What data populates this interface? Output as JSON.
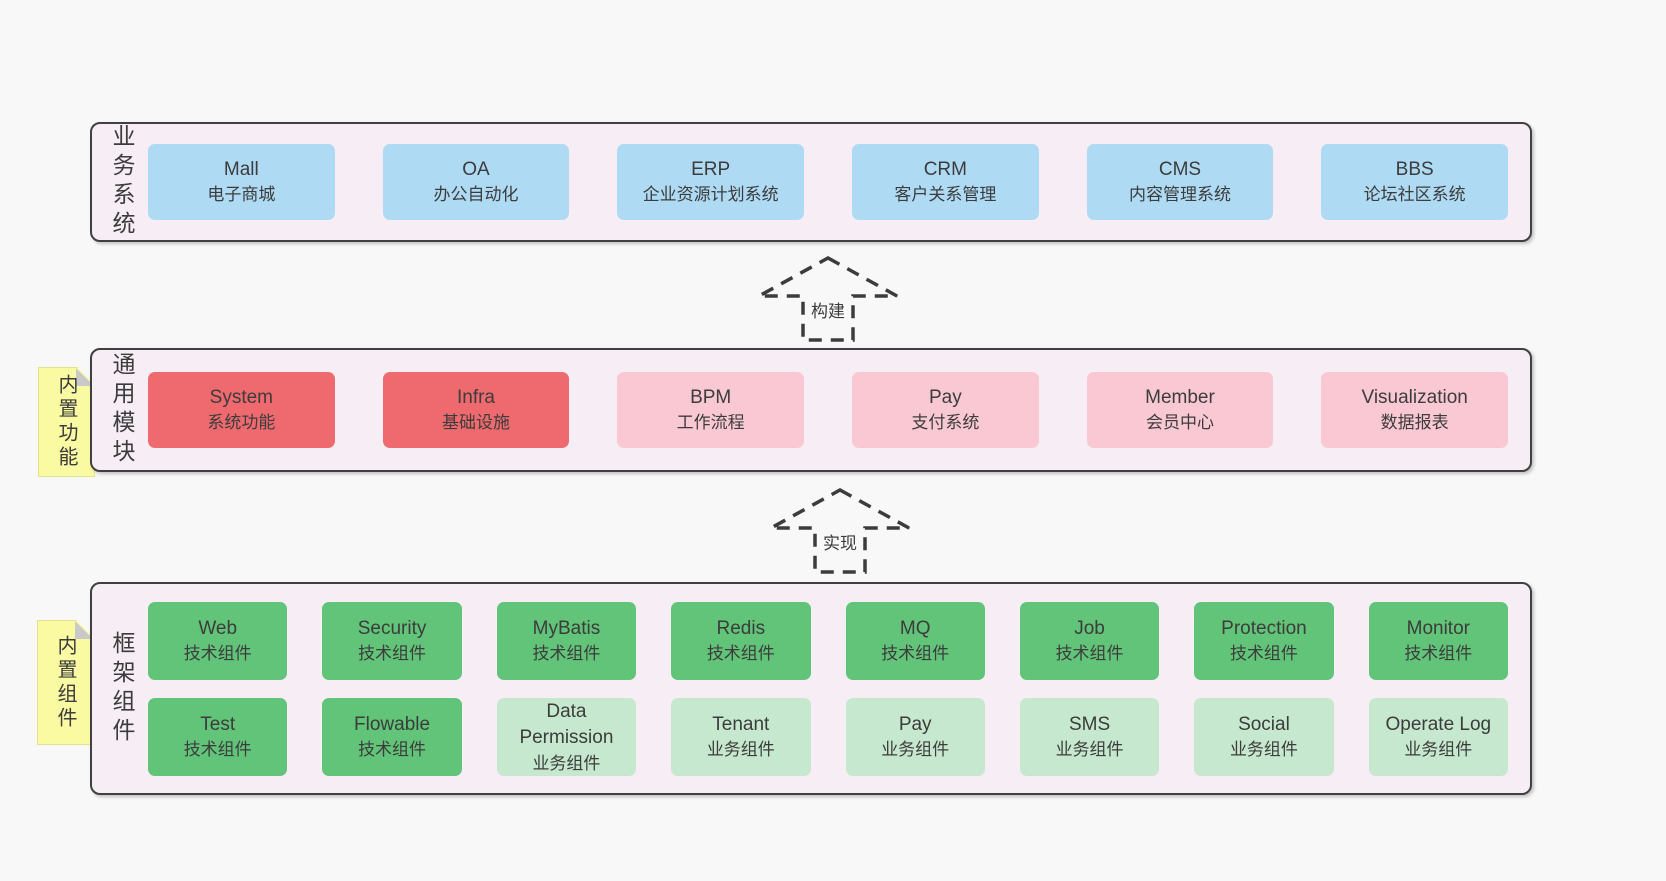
{
  "colors": {
    "background": "#f8f8f8",
    "panel": "#f6edf5",
    "blue": "#aedaf4",
    "red": "#ef6a6e",
    "pink": "#f9c8d2",
    "green": "#61c478",
    "light_green": "#c6e8ce",
    "note": "#fafaa3"
  },
  "notes": [
    {
      "label": "内置功能"
    },
    {
      "label": "内置组件"
    }
  ],
  "arrows": [
    {
      "label": "构建"
    },
    {
      "label": "实现"
    }
  ],
  "layers": {
    "business": {
      "label": "业务系统",
      "boxes": [
        {
          "en": "Mall",
          "zh": "电子商城"
        },
        {
          "en": "OA",
          "zh": "办公自动化"
        },
        {
          "en": "ERP",
          "zh": "企业资源计划系统"
        },
        {
          "en": "CRM",
          "zh": "客户关系管理"
        },
        {
          "en": "CMS",
          "zh": "内容管理系统"
        },
        {
          "en": "BBS",
          "zh": "论坛社区系统"
        }
      ]
    },
    "common": {
      "label": "通用模块",
      "boxes": [
        {
          "en": "System",
          "zh": "系统功能"
        },
        {
          "en": "Infra",
          "zh": "基础设施"
        },
        {
          "en": "BPM",
          "zh": "工作流程"
        },
        {
          "en": "Pay",
          "zh": "支付系统"
        },
        {
          "en": "Member",
          "zh": "会员中心"
        },
        {
          "en": "Visualization",
          "zh": "数据报表"
        }
      ]
    },
    "framework": {
      "label": "框架组件",
      "row1": [
        {
          "en": "Web",
          "zh": "技术组件"
        },
        {
          "en": "Security",
          "zh": "技术组件"
        },
        {
          "en": "MyBatis",
          "zh": "技术组件"
        },
        {
          "en": "Redis",
          "zh": "技术组件"
        },
        {
          "en": "MQ",
          "zh": "技术组件"
        },
        {
          "en": "Job",
          "zh": "技术组件"
        },
        {
          "en": "Protection",
          "zh": "技术组件"
        },
        {
          "en": "Monitor",
          "zh": "技术组件"
        }
      ],
      "row2": [
        {
          "en": "Test",
          "zh": "技术组件"
        },
        {
          "en": "Flowable",
          "zh": "技术组件"
        },
        {
          "en": "Data Permission",
          "zh": "业务组件"
        },
        {
          "en": "Tenant",
          "zh": "业务组件"
        },
        {
          "en": "Pay",
          "zh": "业务组件"
        },
        {
          "en": "SMS",
          "zh": "业务组件"
        },
        {
          "en": "Social",
          "zh": "业务组件"
        },
        {
          "en": "Operate Log",
          "zh": "业务组件"
        }
      ]
    }
  }
}
